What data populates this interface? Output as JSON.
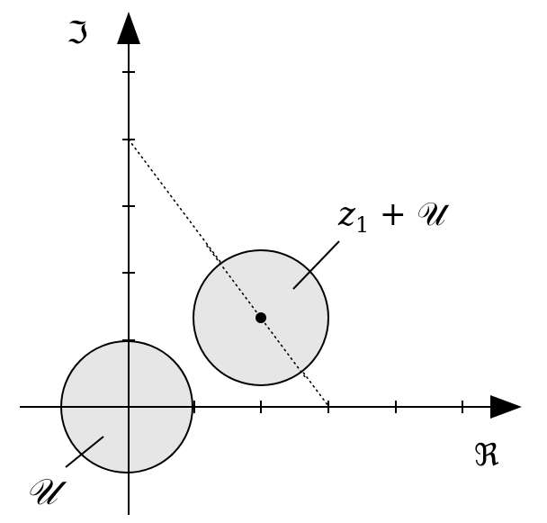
{
  "axes": {
    "real_label": "ℜ",
    "imag_label": "ℑ"
  },
  "labels": {
    "translated_set": "z",
    "translated_set_subscript": "1",
    "translated_set_rest": " + 𝒰",
    "set": "𝒰"
  },
  "colors": {
    "disk_fill": "#e6e6e6",
    "stroke": "#000000"
  },
  "icons": [
    "arrow-head-icon"
  ]
}
